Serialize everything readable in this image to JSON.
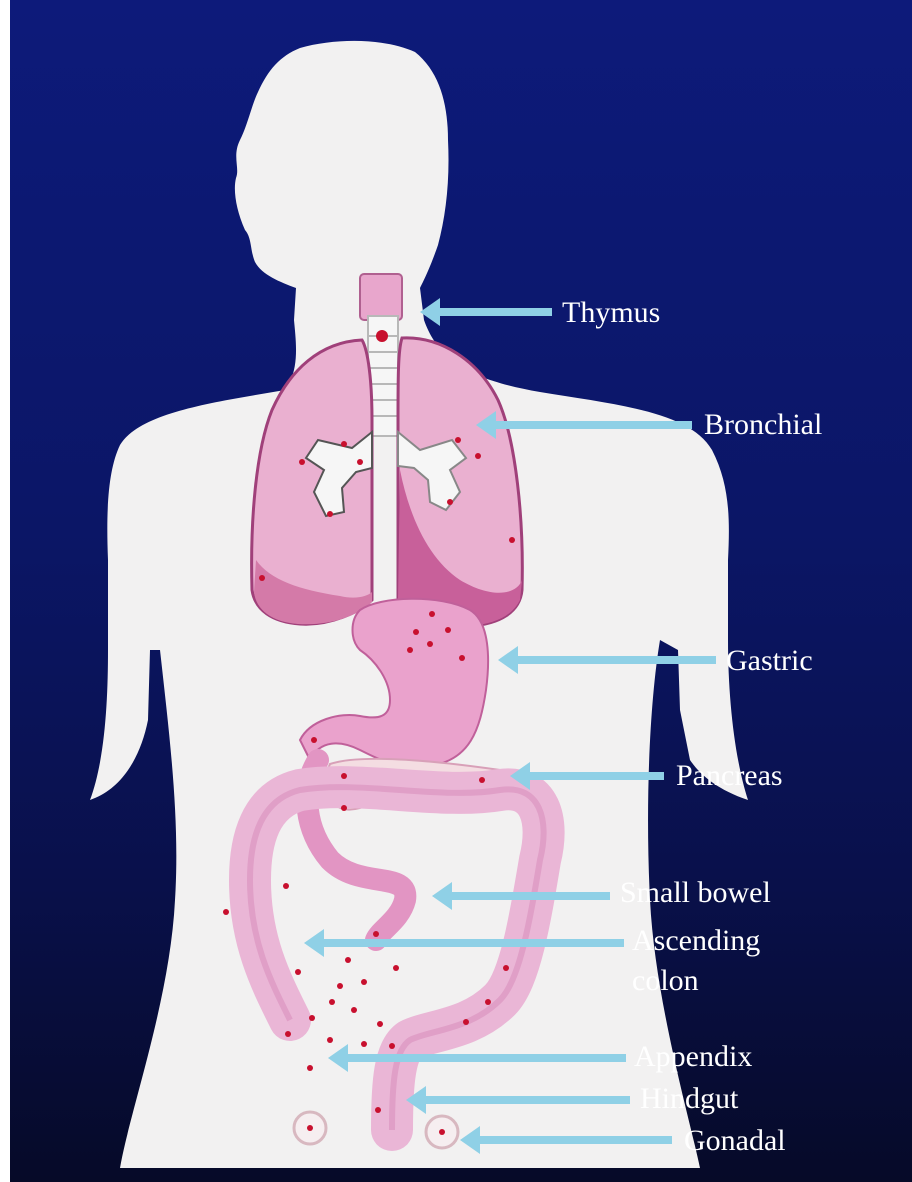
{
  "colors": {
    "background": "#0b1666",
    "silhouette": "#f2f1f1",
    "organ": "#e8a6cc",
    "organ_dark": "#c8609a",
    "marker": "#c8102e",
    "arrow": "#8fd0e6",
    "label_text": "#ffffff"
  },
  "labels": {
    "thymus": "Thymus",
    "bronchial": "Bronchial",
    "gastric": "Gastric",
    "pancreas": "Pancreas",
    "small_bowel": "Small bowel",
    "ascending_colon_line1": "Ascending",
    "ascending_colon_line2": "colon",
    "appendix": "Appendix",
    "hindgut": "Hindgut",
    "gonadal": "Gonadal"
  }
}
